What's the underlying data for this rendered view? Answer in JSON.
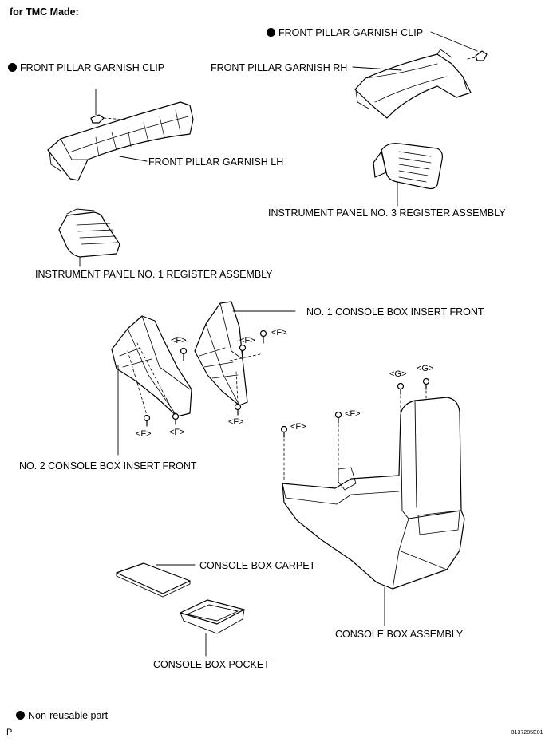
{
  "header": {
    "title": "for TMC Made:"
  },
  "labels": {
    "fp_clip_right": "FRONT PILLAR GARNISH CLIP",
    "fp_clip_left": "FRONT PILLAR GARNISH CLIP",
    "fp_garnish_rh": "FRONT PILLAR GARNISH RH",
    "fp_garnish_lh": "FRONT PILLAR GARNISH LH",
    "ip_reg3": "INSTRUMENT PANEL NO. 3 REGISTER ASSEMBLY",
    "ip_reg1": "INSTRUMENT PANEL NO. 1 REGISTER ASSEMBLY",
    "cb_insert1": "NO. 1 CONSOLE BOX INSERT FRONT",
    "cb_insert2": "NO. 2 CONSOLE BOX INSERT FRONT",
    "cb_carpet": "CONSOLE BOX CARPET",
    "cb_assembly": "CONSOLE BOX ASSEMBLY",
    "cb_pocket": "CONSOLE BOX POCKET"
  },
  "fastener_marks": {
    "f": "<F>",
    "g": "<G>"
  },
  "legend": {
    "text": "Non-reusable part"
  },
  "footer": {
    "left": "P",
    "code": "B137285E01"
  }
}
